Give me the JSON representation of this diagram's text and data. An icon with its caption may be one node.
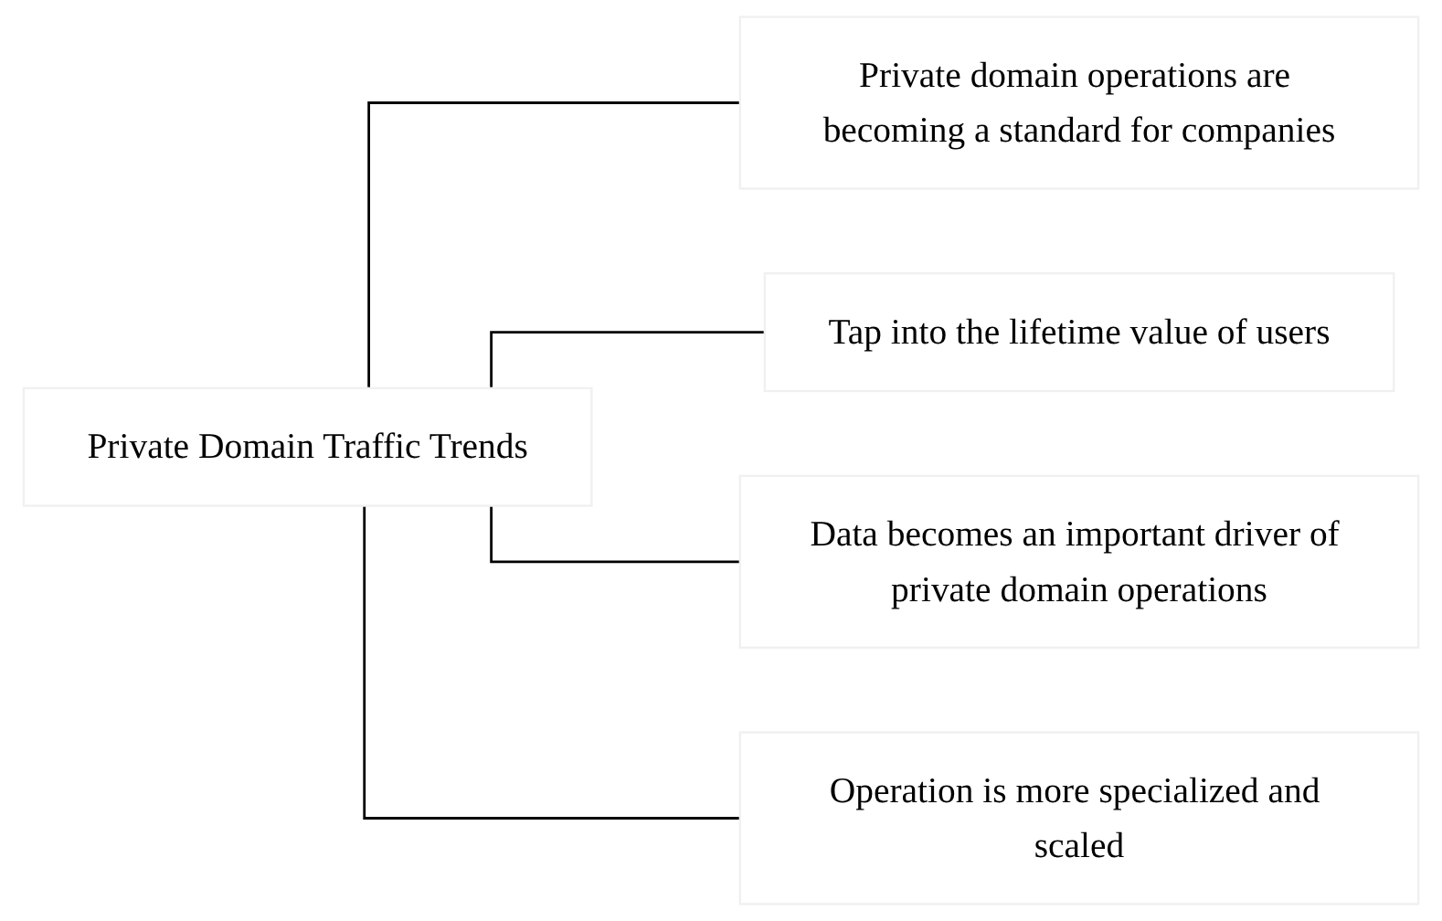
{
  "diagram": {
    "nodes": [
      {
        "text": [
          "Private Domain Traffic Trends"
        ]
      },
      {
        "text": [
          "Private domain operations are becoming a standard for companies"
        ]
      },
      {
        "text": [
          "Tap into the lifetime value of users"
        ]
      },
      {
        "text": [
          "Data becomes an important driver of private domain operations"
        ]
      },
      {
        "text": [
          "Operation is more specialized and scaled"
        ]
      }
    ],
    "edges": [
      {
        "from": 0,
        "to": 1,
        "arrow": "none"
      },
      {
        "from": 0,
        "to": 2,
        "arrow": "none"
      },
      {
        "from": 0,
        "to": 3,
        "arrow": "none"
      },
      {
        "from": 0,
        "to": 4,
        "arrow": "none"
      }
    ]
  }
}
